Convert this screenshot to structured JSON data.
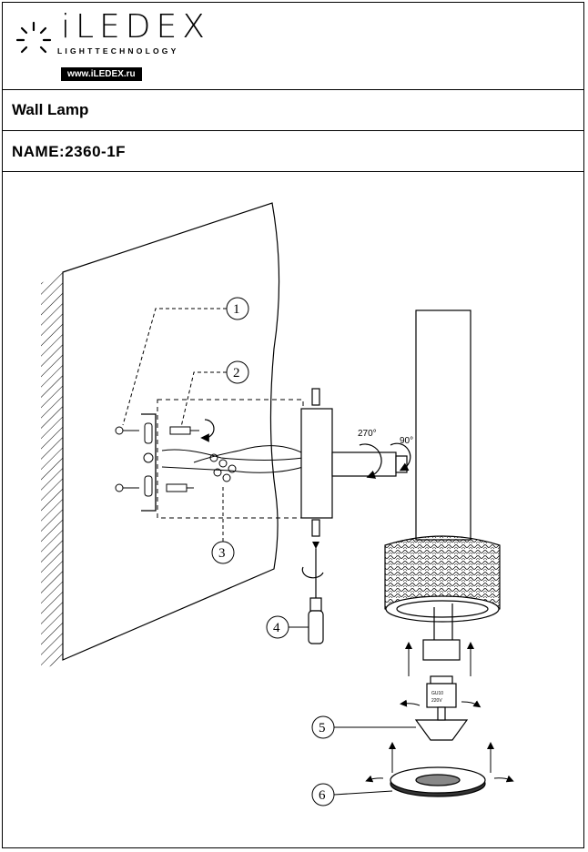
{
  "header": {
    "brand": "iLEDEX",
    "tagline": "LIGHTTECHNOLOGY",
    "website": "www.iLEDEX.ru"
  },
  "product": {
    "type": "Wall Lamp",
    "name": "NAME:2360-1F"
  },
  "diagram": {
    "callouts": [
      "1",
      "2",
      "3",
      "4",
      "5",
      "6"
    ],
    "rotation_labels": [
      "270°",
      "90°"
    ],
    "bulb_label_line1": "GU10",
    "bulb_label_line2": "220V"
  }
}
